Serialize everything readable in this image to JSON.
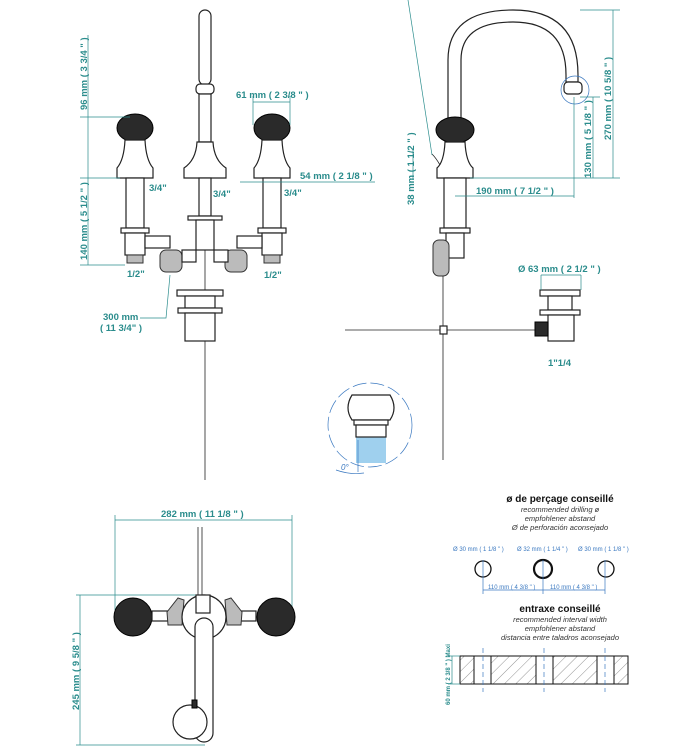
{
  "front_view": {
    "dim_96": "96 mm ( 3 3/4 \" )",
    "dim_140": "140 mm ( 5 1/2 \" )",
    "dim_61": "61 mm ( 2 3/8 \" )",
    "dim_54": "54 mm ( 2 1/8 \" )",
    "thread_left": "3/4\"",
    "thread_center": "3/4\"",
    "thread_right": "3/4\"",
    "inlet_left": "1/2\"",
    "inlet_right": "1/2\"",
    "hose_length": "300 mm",
    "hose_length_in": "( 11 3/4\" )"
  },
  "side_view": {
    "dim_270": "270 mm ( 10 5/8 \" )",
    "dim_130": "130 mm ( 5 1/8 \" )",
    "dim_190": "190 mm ( 7 1/2 \" )",
    "dim_38": "38 mm ( 1 1/2 \" )",
    "drain_diameter": "Ø 63 mm ( 2 1/2 \" )",
    "drain_thread": "1\"1/4"
  },
  "detail": {
    "angle": "0°"
  },
  "top_view": {
    "dim_282": "282 mm ( 11 1/8 \" )",
    "dim_245": "245 mm ( 9 5/8 \" )"
  },
  "drilling": {
    "title": "ø de perçage conseillé",
    "subtitle_en": "recommended drilling ø",
    "subtitle_de": "empfohlener abstand",
    "subtitle_es": "Ø de perforación aconsejado",
    "hole_left": "Ø  30 mm ( 1 1/8 \" )",
    "hole_center": "Ø  32 mm ( 1 1/4 \" )",
    "hole_right": "Ø  30 mm ( 1 1/8 \" )",
    "spacing_left": "110 mm ( 4 3/8 \" )",
    "spacing_right": "110 mm ( 4 3/8 \" )"
  },
  "interval": {
    "title": "entraxe conseillé",
    "subtitle_en": "recommended interval width",
    "subtitle_de": "empfohlener abstand",
    "subtitle_es": "distancia entre taladros aconsejado",
    "dim_60": "60 mm ( 2 3/8 \" ) Maxi"
  }
}
